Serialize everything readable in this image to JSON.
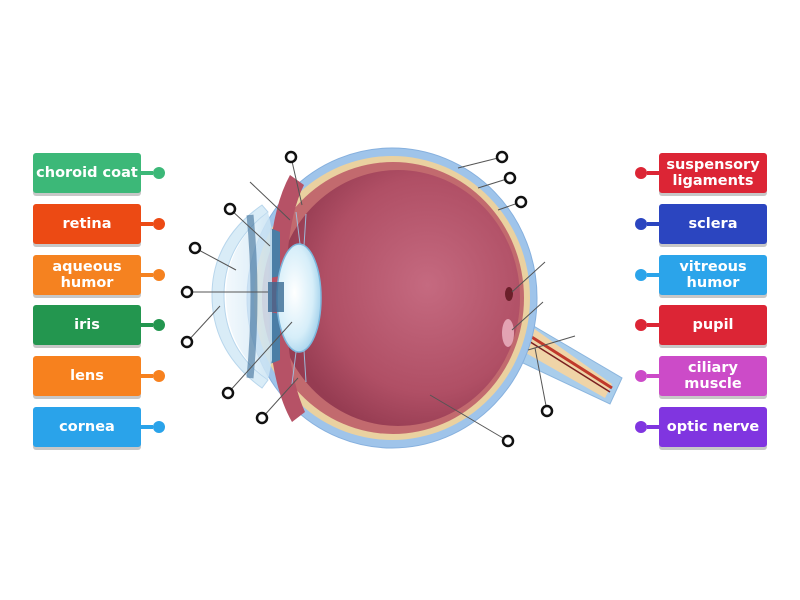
{
  "left_labels": [
    {
      "id": "choroid-coat",
      "text": "choroid coat",
      "color": "#3cb878"
    },
    {
      "id": "retina",
      "text": "retina",
      "color": "#ec4a14"
    },
    {
      "id": "aqueous-humor",
      "text": "aqueous\nhumor",
      "color": "#f58220"
    },
    {
      "id": "iris",
      "text": "iris",
      "color": "#23964f"
    },
    {
      "id": "lens",
      "text": "lens",
      "color": "#f7811e"
    },
    {
      "id": "cornea",
      "text": "cornea",
      "color": "#2aa3ea"
    }
  ],
  "right_labels": [
    {
      "id": "suspensory-ligaments",
      "text": "suspensory\nligaments",
      "color": "#dc2535"
    },
    {
      "id": "sclera",
      "text": "sclera",
      "color": "#2b45c0"
    },
    {
      "id": "vitreous-humor",
      "text": "vitreous\nhumor",
      "color": "#2ba4ea"
    },
    {
      "id": "pupil",
      "text": "pupil",
      "color": "#dc2535"
    },
    {
      "id": "ciliary-muscle",
      "text": "ciliary muscle",
      "color": "#cc4bc8"
    },
    {
      "id": "optic-nerve",
      "text": "optic nerve",
      "color": "#8035e0"
    }
  ]
}
